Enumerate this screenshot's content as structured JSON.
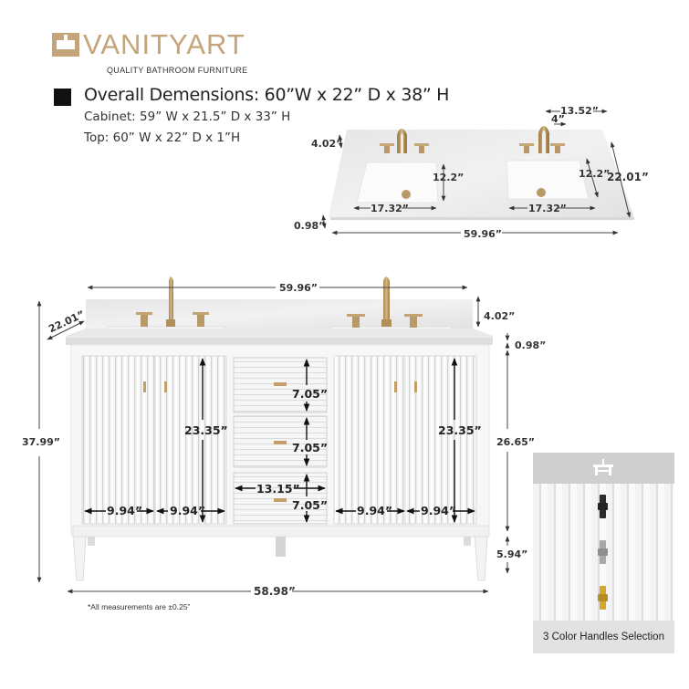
{
  "brand": {
    "name": "VANITYART",
    "tagline": "QUALITY BATHROOM FURNITURE",
    "color": "#c4a47a"
  },
  "specs": {
    "overall": "Overall Demensions: 60”W x 22” D x 38” H",
    "cabinet": "Cabinet: 59” W x 21.5” D x 33” H",
    "top": "Top: 60” W x 22” D x 1”H"
  },
  "top_view": {
    "faucet_spread": "13.52”",
    "faucet_offset": "4”",
    "backsplash_height": "4.02”",
    "sink_depth_left": "12.2”",
    "sink_depth_right": "12.2”",
    "depth": "22.01”",
    "sink_width_left": "17.32”",
    "sink_width_right": "17.32”",
    "top_thickness": "0.98”",
    "width": "59.96”"
  },
  "front_view": {
    "top_width": "59.96”",
    "top_depth": "22.01”",
    "backsplash_height": "4.02”",
    "top_thickness": "0.98”",
    "total_height": "37.99”",
    "cabinet_height": "26.65”",
    "leg_height": "5.94”",
    "door_height_left": "23.35”",
    "door_height_right": "23.35”",
    "door_width_1": "9.94”",
    "door_width_2": "9.94”",
    "door_width_3": "9.94”",
    "door_width_4": "9.94”",
    "drawer_height_1": "7.05”",
    "drawer_height_2": "7.05”",
    "drawer_height_3": "7.05”",
    "drawer_width": "13.15”",
    "cabinet_width": "58.98”"
  },
  "note": "*All measurements are ±0.25”",
  "handles_panel": {
    "caption": "3 Color Handles Selection",
    "handles": [
      {
        "name": "matte-black",
        "color": "#2b2b2b"
      },
      {
        "name": "brushed-nickel",
        "color": "#a8a8a8"
      },
      {
        "name": "brushed-gold",
        "color": "#d4a72c"
      }
    ]
  }
}
